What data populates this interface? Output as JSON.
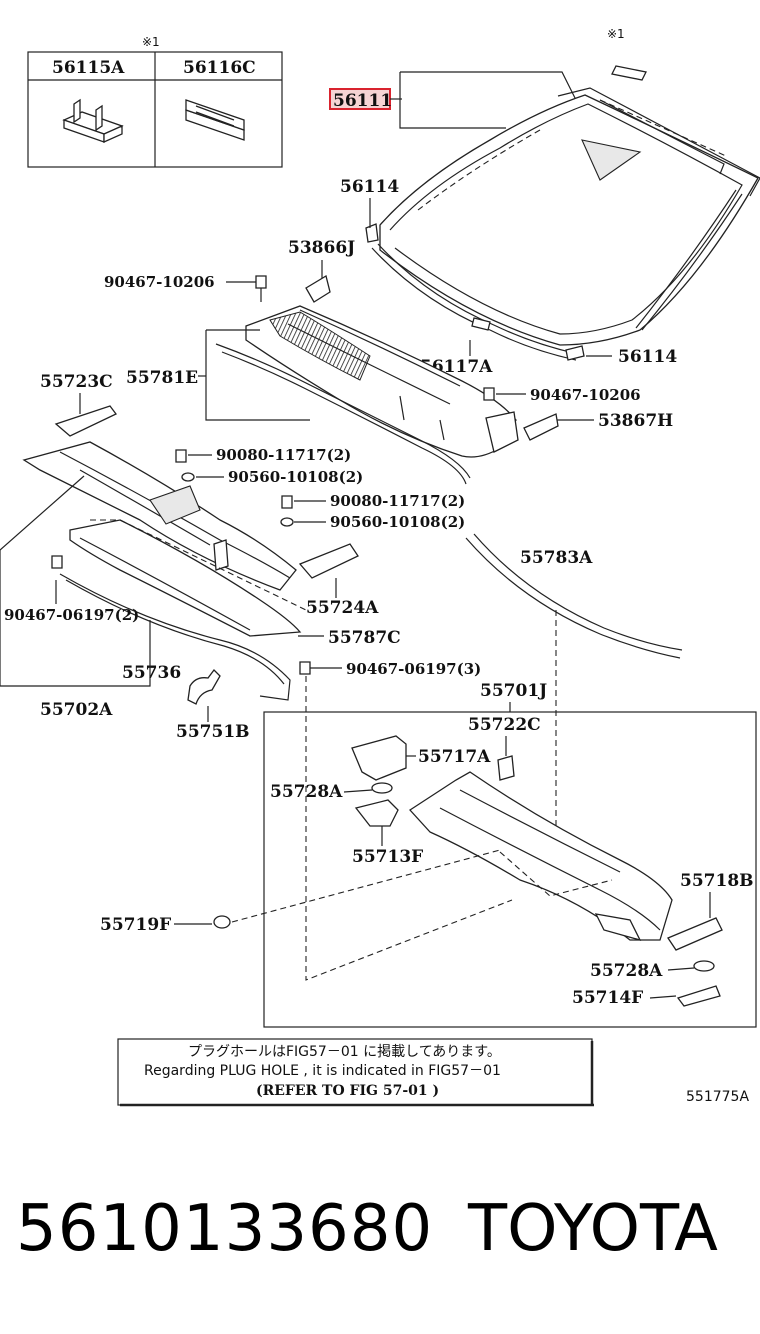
{
  "labels": {
    "p56115A": "56115A",
    "p56116C": "56116C",
    "p56111": "56111",
    "p56114a": "56114",
    "p56114b": "56114",
    "p53866J": "53866J",
    "p90467_10206a": "90467-10206",
    "p90467_10206b": "90467-10206",
    "p56117A": "56117A",
    "p55723C": "55723C",
    "p55781E": "55781E",
    "p53867H": "53867H",
    "p90080a": "90080-11717(2)",
    "p90560a": "90560-10108(2)",
    "p90080b": "90080-11717(2)",
    "p90560b": "90560-10108(2)",
    "p55783A": "55783A",
    "p90467_06197a": "90467-06197(2)",
    "p55724A": "55724A",
    "p55787C": "55787C",
    "p55736": "55736",
    "p90467_06197b": "90467-06197(3)",
    "p55702A": "55702A",
    "p55751B": "55751B",
    "p55701J": "55701J",
    "p55722C": "55722C",
    "p55717A": "55717A",
    "p55728Aa": "55728A",
    "p55713F": "55713F",
    "p55718B": "55718B",
    "p55719F": "55719F",
    "p55728Ab": "55728A",
    "p55714F": "55714F"
  },
  "asterisk_marks": [
    "※1",
    "※1"
  ],
  "note": {
    "line_jp": "プラグホールはFIG57－01 に掲載してあります。",
    "line_en": "Regarding  PLUG  HOLE  ,  it  is  indicated  in  FIG57－01",
    "line_ref": "(REFER  TO  FIG    57-01  )"
  },
  "diagram_code": "551775A",
  "footer": {
    "part_number": "5610133680",
    "brand": "TOYOTA"
  },
  "colors": {
    "highlight": "#d9232e",
    "highlight_fill": "#f6d4d4"
  }
}
